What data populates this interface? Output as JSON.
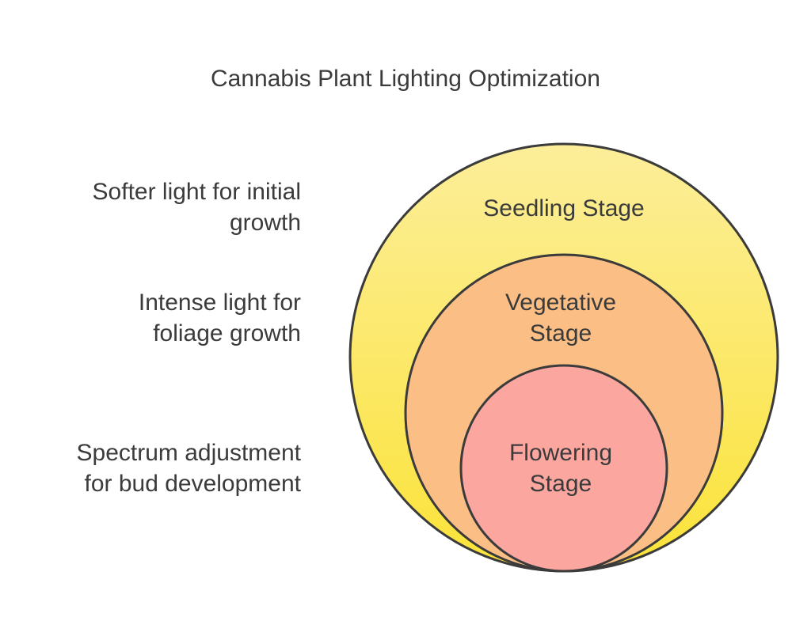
{
  "title": "Cannabis Plant Lighting Optimization",
  "stages": [
    {
      "label_lines": [
        "Seedling Stage"
      ],
      "color": "#fbe96f"
    },
    {
      "label_lines": [
        "Vegetative",
        "Stage"
      ],
      "color": "#fbbf85"
    },
    {
      "label_lines": [
        "Flowering",
        "Stage"
      ],
      "color": "#fca6a0"
    }
  ],
  "notes": [
    {
      "lines": [
        "Softer light for initial",
        "growth"
      ]
    },
    {
      "lines": [
        "Intense light for",
        "foliage growth"
      ]
    },
    {
      "lines": [
        "Spectrum adjustment",
        "for bud development"
      ]
    }
  ],
  "colors": {
    "outline": "#3b3b3b",
    "text": "#3b3b3b",
    "background": "#ffffff"
  }
}
